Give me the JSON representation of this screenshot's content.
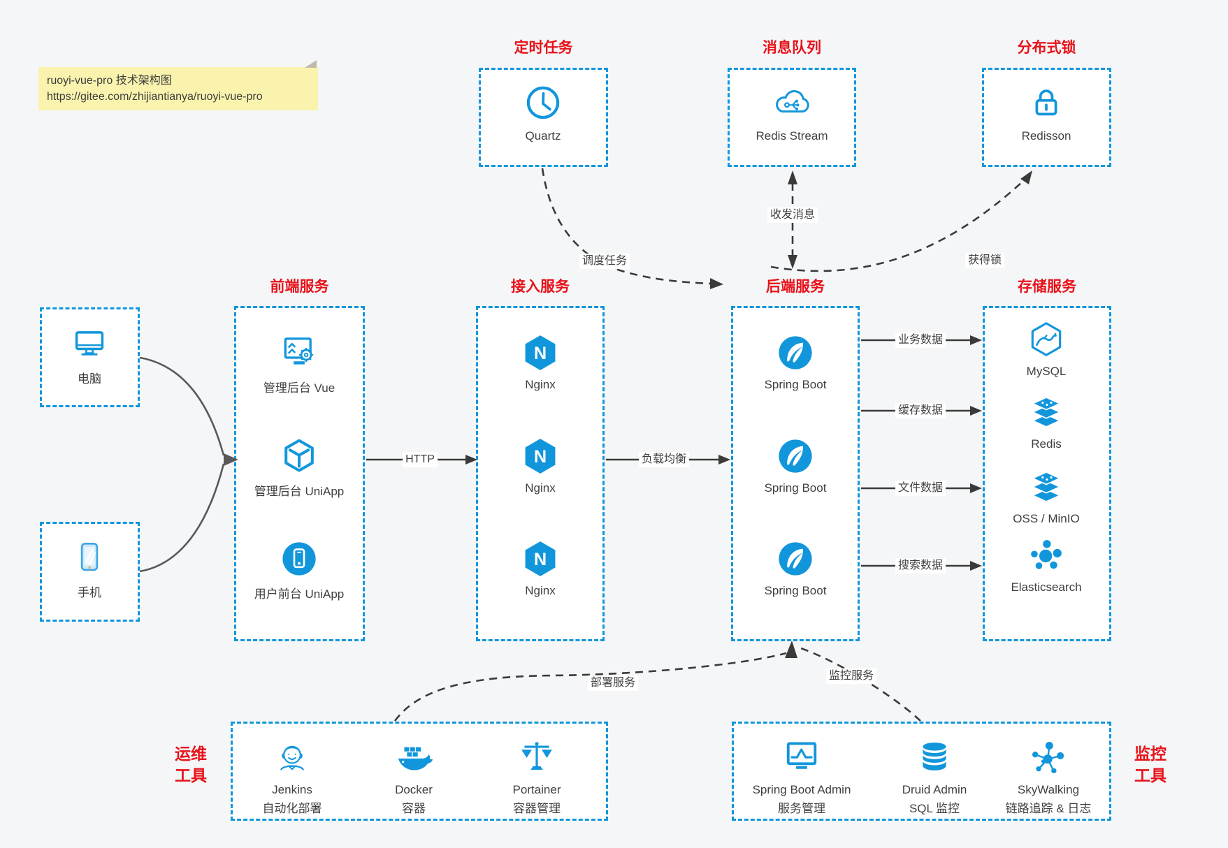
{
  "note": {
    "title": "ruoyi-vue-pro 技术架构图",
    "url": "https://gitee.com/zhijiantianya/ruoyi-vue-pro"
  },
  "top_groups": [
    {
      "title": "定时任务",
      "item": {
        "icon": "clock-icon",
        "label": "Quartz"
      }
    },
    {
      "title": "消息队列",
      "item": {
        "icon": "cloud-mq-icon",
        "label": "Redis Stream"
      }
    },
    {
      "title": "分布式锁",
      "item": {
        "icon": "lock-icon",
        "label": "Redisson"
      }
    }
  ],
  "clients": [
    {
      "icon": "desktop-icon",
      "label": "电脑"
    },
    {
      "icon": "phone-icon",
      "label": "手机"
    }
  ],
  "columns": [
    {
      "title": "前端服务",
      "items": [
        {
          "icon": "admin-vue-icon",
          "label": "管理后台 Vue"
        },
        {
          "icon": "cube-icon",
          "label": "管理后台 UniApp"
        },
        {
          "icon": "mobile-app-icon",
          "label": "用户前台 UniApp"
        }
      ]
    },
    {
      "title": "接入服务",
      "items": [
        {
          "icon": "nginx-icon",
          "label": "Nginx"
        },
        {
          "icon": "nginx-icon",
          "label": "Nginx"
        },
        {
          "icon": "nginx-icon",
          "label": "Nginx"
        }
      ]
    },
    {
      "title": "后端服务",
      "items": [
        {
          "icon": "spring-icon",
          "label": "Spring Boot"
        },
        {
          "icon": "spring-icon",
          "label": "Spring Boot"
        },
        {
          "icon": "spring-icon",
          "label": "Spring Boot"
        }
      ]
    },
    {
      "title": "存储服务",
      "items": [
        {
          "icon": "mysql-icon",
          "label": "MySQL"
        },
        {
          "icon": "layers-icon",
          "label": "Redis"
        },
        {
          "icon": "layers-icon",
          "label": "OSS / MinIO"
        },
        {
          "icon": "elasticsearch-icon",
          "label": "Elasticsearch"
        }
      ]
    }
  ],
  "bottom_groups": [
    {
      "side_label_line1": "运维",
      "side_label_line2": "工具",
      "items": [
        {
          "icon": "jenkins-icon",
          "label": "Jenkins",
          "sublabel": "自动化部署"
        },
        {
          "icon": "docker-icon",
          "label": "Docker",
          "sublabel": "容器"
        },
        {
          "icon": "portainer-icon",
          "label": "Portainer",
          "sublabel": "容器管理"
        }
      ]
    },
    {
      "side_label_line1": "监控",
      "side_label_line2": "工具",
      "items": [
        {
          "icon": "sba-icon",
          "label": "Spring Boot Admin",
          "sublabel": "服务管理"
        },
        {
          "icon": "druid-icon",
          "label": "Druid Admin",
          "sublabel": "SQL 监控"
        },
        {
          "icon": "skywalking-icon",
          "label": "SkyWalking",
          "sublabel": "链路追踪 & 日志"
        }
      ]
    }
  ],
  "edge_labels": {
    "http": "HTTP",
    "load_balance": "负载均衡",
    "business_data": "业务数据",
    "cache_data": "缓存数据",
    "file_data": "文件数据",
    "search_data": "搜索数据",
    "schedule_task": "调度任务",
    "message_rw": "收发消息",
    "acquire_lock": "获得锁",
    "deploy_service": "部署服务",
    "monitor_service": "监控服务"
  },
  "icons": {
    "nginx_letter": "N"
  },
  "colors": {
    "accent_blue": "#1296db",
    "title_red": "#e8121a",
    "arrow_black": "#3a3a3a",
    "client_arrow_gray": "#595959",
    "note_bg": "#faf3ae",
    "canvas_bg": "#f5f6f7",
    "box_bg": "#ffffff",
    "label_text": "#3f3f3f"
  }
}
